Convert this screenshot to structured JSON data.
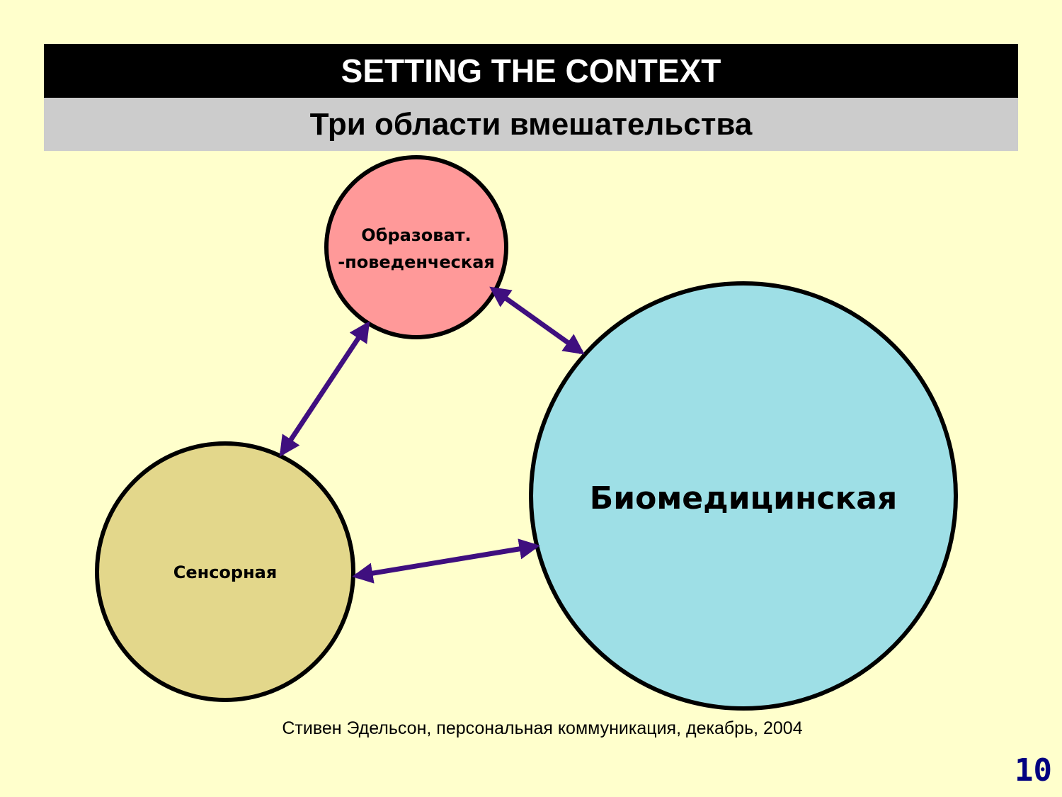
{
  "header": {
    "title": "SETTING THE CONTEXT",
    "subtitle": "Три области вмешательства"
  },
  "diagram": {
    "nodes": [
      {
        "id": "educational",
        "label_line1": "Образоват.",
        "label_line2": "-поведенческая",
        "color": "#ff9999"
      },
      {
        "id": "biomedical",
        "label": "Биомедицинская",
        "color": "#9edfe6"
      },
      {
        "id": "sensory",
        "label": "Сенсорная",
        "color": "#e3d78b"
      }
    ],
    "edges": [
      {
        "from": "educational",
        "to": "sensory",
        "bidirectional": true
      },
      {
        "from": "educational",
        "to": "biomedical",
        "bidirectional": true
      },
      {
        "from": "sensory",
        "to": "biomedical",
        "bidirectional": true
      }
    ],
    "arrow_color": "#3f0f7f"
  },
  "citation": "Стивен Эдельсон, персональная коммуникация, декабрь, 2004",
  "page_number": "10"
}
